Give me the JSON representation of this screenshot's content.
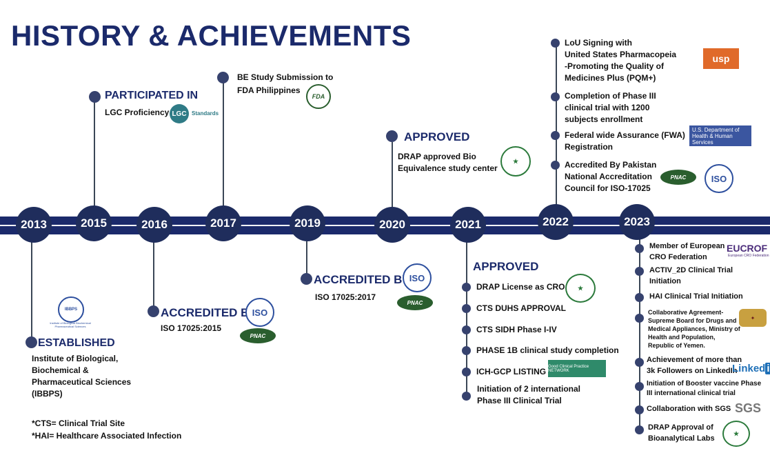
{
  "title": "HISTORY & ACHIEVEMENTS",
  "years": [
    "2013",
    "2015",
    "2016",
    "2017",
    "2019",
    "2020",
    "2021",
    "2022",
    "2023"
  ],
  "y2013": {
    "heading": "ESTABLISHED",
    "lines": [
      "Institute of Biological,",
      "Biochemical &",
      "Pharmaceutical Sciences",
      "(IBBPS)"
    ]
  },
  "y2015": {
    "heading": "PARTICIPATED IN",
    "line": "LGC Proficiency",
    "logo_text": "LGC",
    "logo_sub": "Standards"
  },
  "y2016": {
    "heading": "ACCREDITED BY",
    "line": "ISO 17025:2015"
  },
  "y2017": {
    "lines": [
      "BE Study Submission to",
      "FDA Philippines"
    ],
    "logo": "FDA"
  },
  "y2019": {
    "heading": "ACCREDITED BY",
    "line": "ISO 17025:2017"
  },
  "y2020": {
    "heading": "APPROVED",
    "lines": [
      "DRAP approved Bio",
      "Equivalence study center"
    ]
  },
  "y2021": {
    "heading": "APPROVED",
    "items": [
      "DRAP License as CRO",
      "CTS DUHS APPROVAL",
      "CTS SIDH Phase I-IV",
      "PHASE 1B clinical study completion",
      "ICH-GCP LISTING"
    ],
    "last": [
      "Initiation of 2 international",
      "Phase III Clinical Trial"
    ],
    "gcp": "Good Clinical Practice NETWORK"
  },
  "y2022": {
    "a": [
      "LoU Signing with",
      "United States Pharmacopeia",
      "-Promoting the Quality of",
      "Medicines Plus (PQM+)"
    ],
    "b": [
      "Completion of Phase III",
      "clinical trial with 1200",
      "subjects enrollment"
    ],
    "c": [
      "Federal wide Assurance (FWA)",
      "Registration"
    ],
    "d": [
      "Accredited By Pakistan",
      "National Accreditation",
      "Council for ISO-17025"
    ],
    "usp": "usp",
    "hhs": "U.S. Department of Health & Human Services"
  },
  "y2023": {
    "a": [
      "Member of  European",
      "CRO Federation"
    ],
    "b": [
      "ACTIV_2D Clinical Trial",
      "Initiation"
    ],
    "c": "HAI Clinical Trial Initiation",
    "d": [
      "Collaborative Agreement-",
      "Supreme Board for Drugs and",
      "Medical Appliances, Ministry of",
      "Health and Population,",
      "Republic of Yemen."
    ],
    "e": [
      "Achievement of more than",
      "3k Followers on LinkedIn"
    ],
    "f": [
      "Initiation of Booster vaccine Phase",
      "III international clinical trial"
    ],
    "g": "Collaboration with SGS",
    "h": [
      "DRAP Approval of",
      "Bioanalytical Labs"
    ],
    "eucrof": "EUCROF",
    "eucrof_sub": "European CRO Federation",
    "linkedin": "Linked",
    "linkedin_in": "in",
    "sgs": "SGS"
  },
  "iso": "ISO",
  "pnac": "PNAC",
  "footnotes": [
    "*CTS= Clinical Trial Site",
    "*HAI= Healthcare Associated Infection"
  ]
}
